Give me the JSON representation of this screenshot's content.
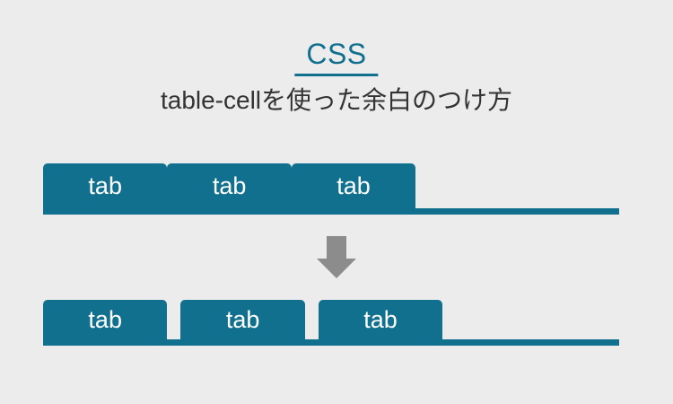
{
  "colors": {
    "background": "#ececec",
    "teal": "#12708f",
    "arrow": "#8c8c8c",
    "subtitle_text": "#333333",
    "tab_text": "#ffffff"
  },
  "header": {
    "title": "CSS",
    "subtitle": "table-cellを使った余白のつけ方"
  },
  "tab_bar_before": {
    "tabs": [
      "tab",
      "tab",
      "tab"
    ]
  },
  "tab_bar_after": {
    "tabs": [
      "tab",
      "tab",
      "tab"
    ]
  },
  "icons": {
    "down_arrow": "down-arrow-icon"
  }
}
